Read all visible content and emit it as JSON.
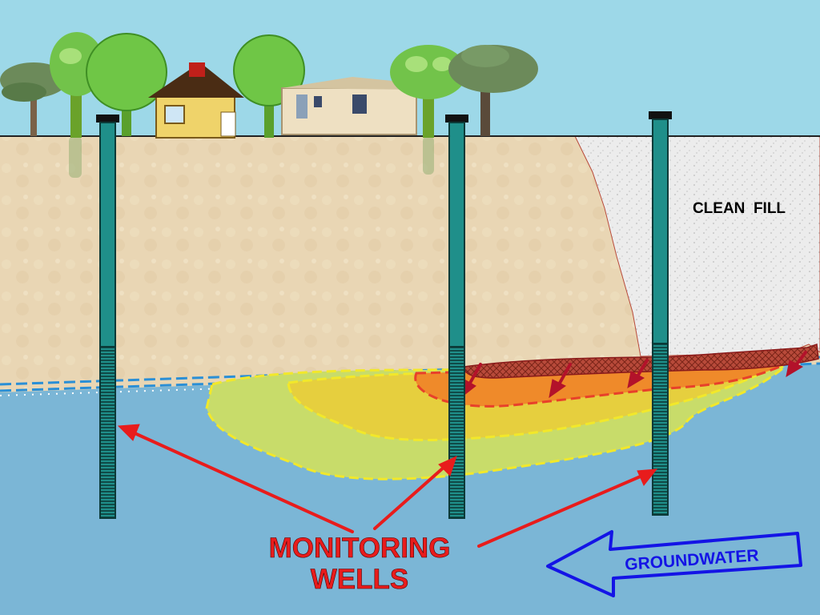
{
  "labels": {
    "clean_fill": "CLEAN  FILL",
    "monitoring_line1": "MONITORING",
    "monitoring_line2": "WELLS",
    "groundwater": "GROUNDWATER"
  },
  "colors": {
    "sky": "#9dd8e8",
    "soil": "#e9d6b4",
    "clean_fill": "#ececec",
    "groundwater": "#7bb6d6",
    "well_casing": "#1f8f8a",
    "well_cap": "#111111",
    "plume_outer": "#c8dc6a",
    "plume_middle": "#e6cf3e",
    "plume_core": "#ef8a2a",
    "source_zone": "#b84a3a",
    "arrow_red": "#e81c1c",
    "arrow_blue": "#1414e6",
    "water_table_dash": "#2a8fd6"
  },
  "icons": [
    "tree-icon",
    "house-icon",
    "mobile-home-icon",
    "well-icon",
    "arrow-icon"
  ]
}
